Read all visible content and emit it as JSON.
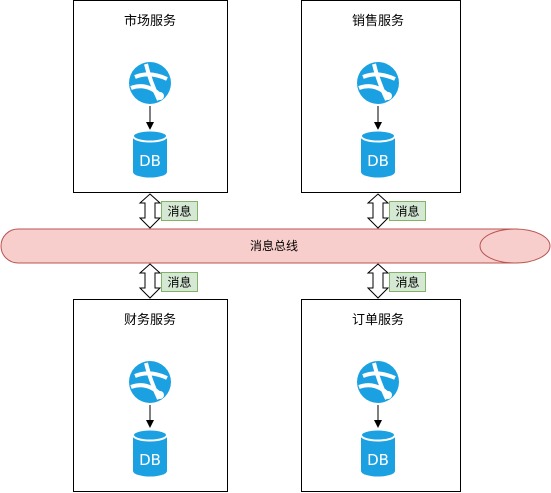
{
  "services": [
    {
      "title": "市场服务",
      "db_label": "DB",
      "message_label": "消息"
    },
    {
      "title": "销售服务",
      "db_label": "DB",
      "message_label": "消息"
    },
    {
      "title": "财务服务",
      "db_label": "DB",
      "message_label": "消息"
    },
    {
      "title": "订单服务",
      "db_label": "DB",
      "message_label": "消息"
    }
  ],
  "bus": {
    "label": "消息总线"
  },
  "colors": {
    "icon_blue": "#1ba1e2",
    "bus_fill": "#f8cecc",
    "bus_stroke": "#b85450",
    "message_fill": "#d5e8d4",
    "message_stroke": "#82b366",
    "box_stroke": "#000000"
  },
  "icons": {
    "service": "globe-web-app-icon",
    "database": "database-cylinder-icon",
    "connector": "double-arrow-icon"
  }
}
